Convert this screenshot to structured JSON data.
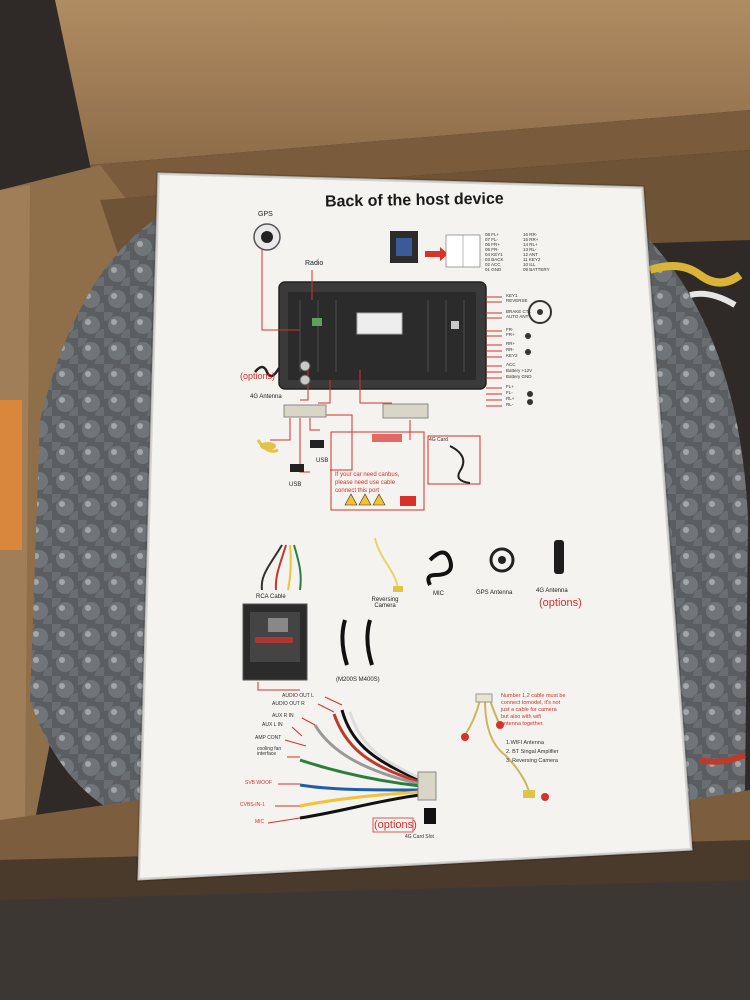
{
  "sheet": {
    "title": "Back of the host device",
    "top_labels": {
      "gps": "GPS",
      "radio": "Radio",
      "options": "(options)",
      "antenna_4g": "4G Antenna",
      "usb_a": "USB",
      "usb_b": "USB",
      "card_4g": "4G Card"
    },
    "pin_table": {
      "left": [
        "08 FL+",
        "07 FL-",
        "06 FR+",
        "05 FR-",
        "04 KEY1",
        "03 BACK",
        "02 ACC",
        "01 GND"
      ],
      "right": [
        "16 RR-",
        "15 RR+",
        "14 RL+",
        "13 RL-",
        "12 ANT",
        "11 KEY2",
        "10 ILL",
        "09 BATTERY"
      ]
    },
    "right_wiring": [
      "KEY1",
      "REVERSE",
      "BRAKE CTL",
      "AUTO ANT",
      "FR-",
      "FR+",
      "RR+",
      "RR-",
      "KEY2",
      "ACC",
      "Battery +12V",
      "Battery GND",
      "FL+",
      "FL-",
      "RL+",
      "RL-"
    ],
    "canbus_note": [
      "If your car need canbus,",
      "please need use cable",
      "connect this port"
    ],
    "accessories": {
      "rca": "RCA Cable",
      "reversing": "Reversing Camera",
      "mic": "MIC",
      "gps_antenna": "GPS Antenna",
      "antenna_4g": "4G Antenna",
      "options": "(options)",
      "models": "(M200S M400S)"
    },
    "rca_labels": [
      "AUDIO OUT L",
      "AUDIO OUT R",
      "AUX R IN",
      "AUX L IN",
      "AMP CONT",
      "cooling fan interface",
      "SVB WOOF",
      "CVBS-IN-1",
      "MIC"
    ],
    "rca_options": "(options)",
    "card_slot": "4G Card Slot",
    "cable_note": [
      "Number 1,2 cable must be",
      "connect tomodel, it's not",
      "just a cable for camera",
      "but also with wifi",
      "antenna together."
    ],
    "cable_list": [
      "1.WIFI Antenna",
      "2. BT Singal Amplifier",
      "3. Reversing Camera"
    ]
  },
  "colors": {
    "cardboard": "#a5825c",
    "paper": "#f4f3ef",
    "accent_red": "#d8312a",
    "bubble_wrap": "#5d6063"
  }
}
